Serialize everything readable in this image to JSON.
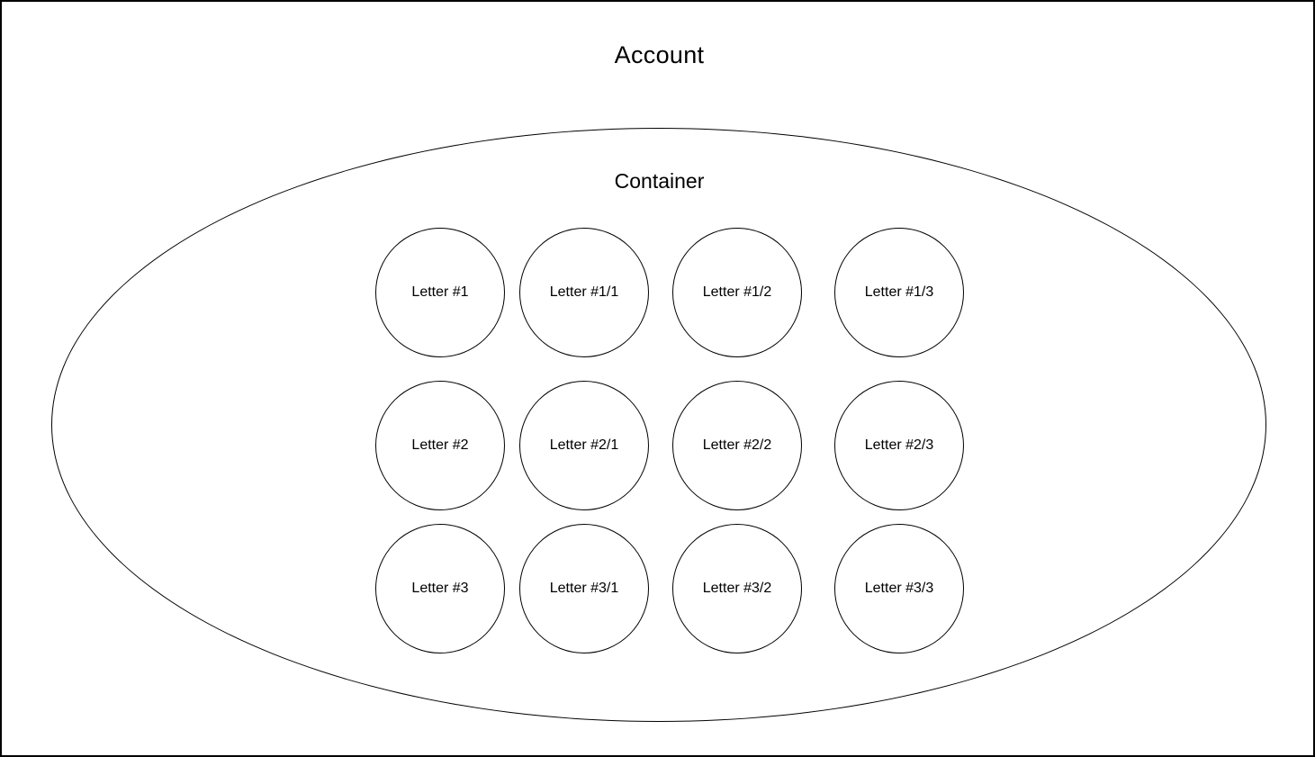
{
  "diagram": {
    "title": "Account",
    "container": {
      "label": "Container"
    },
    "circles": [
      {
        "label": "Letter #1"
      },
      {
        "label": "Letter #1/1"
      },
      {
        "label": "Letter #1/2"
      },
      {
        "label": "Letter #1/3"
      },
      {
        "label": "Letter #2"
      },
      {
        "label": "Letter #2/1"
      },
      {
        "label": "Letter #2/2"
      },
      {
        "label": "Letter #2/3"
      },
      {
        "label": "Letter #3"
      },
      {
        "label": "Letter #3/1"
      },
      {
        "label": "Letter #3/2"
      },
      {
        "label": "Letter #3/3"
      }
    ],
    "colors": {
      "stroke": "#000000",
      "background": "#ffffff"
    }
  }
}
